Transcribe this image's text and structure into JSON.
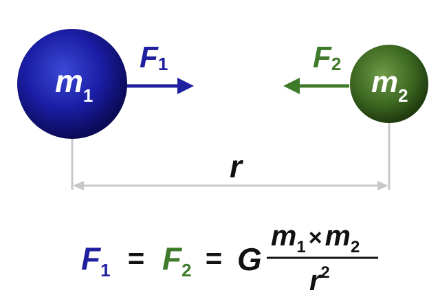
{
  "mass1": {
    "symbol": "m",
    "subscript": "1"
  },
  "mass2": {
    "symbol": "m",
    "subscript": "2"
  },
  "force1": {
    "symbol": "F",
    "subscript": "1"
  },
  "force2": {
    "symbol": "F",
    "subscript": "2"
  },
  "distance": {
    "symbol": "r"
  },
  "equation": {
    "f1_symbol": "F",
    "f1_sub": "1",
    "equals_1": "=",
    "f2_symbol": "F",
    "f2_sub": "2",
    "equals_2": "=",
    "constant": "G",
    "num_m1": "m",
    "num_m1_sub": "1",
    "times": "×",
    "num_m2": "m",
    "num_m2_sub": "2",
    "den_r": "r",
    "den_exp": "2"
  },
  "colors": {
    "blue": "#1f1fa0",
    "green": "#3f7a2a",
    "line": "#c8c8c8",
    "text": "#111111"
  }
}
